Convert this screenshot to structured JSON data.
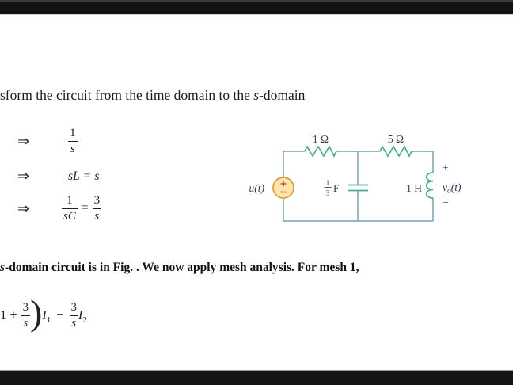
{
  "title": {
    "prefix": "sform the circuit from the time domain to the ",
    "italic_s": "s",
    "suffix": "-domain"
  },
  "derivations": {
    "arrow": "⇒",
    "row1": {
      "num": "1",
      "den": "s"
    },
    "row2": {
      "lhs": "sL",
      "eq": "=",
      "rhs": "s"
    },
    "row3": {
      "f1_num": "1",
      "f1_den": "sC",
      "eq": "=",
      "f2_num": "3",
      "f2_den": "s"
    }
  },
  "circuit": {
    "resistor1_label": "1 Ω",
    "resistor2_label": "5 Ω",
    "capacitor": {
      "num": "1",
      "den": "3",
      "unit": "F"
    },
    "inductor_label": "1 H",
    "source_label": "u(t)",
    "output": {
      "plus": "+",
      "v": "v",
      "sub": "o",
      "t": "(t)",
      "minus": "−"
    },
    "colors": {
      "wire": "#7b9db4",
      "component": "#49aa8e",
      "label": "#2e3d4f",
      "source_fill": "#fce6ac",
      "source_border": "#e5953f",
      "source_symbol": "#d74e26"
    }
  },
  "body_text": {
    "italic_s": "s",
    "rest": "-domain circuit is in Fig. . We now apply mesh analysis. For mesh 1,"
  },
  "mesh_equation": {
    "prefix": "1 +",
    "f1": {
      "num": "3",
      "den": "s"
    },
    "paren": ")",
    "i1": {
      "base": "I",
      "sub": "1"
    },
    "minus": "−",
    "f2": {
      "num": "3",
      "den": "s"
    },
    "i2": {
      "base": "I",
      "sub": "2"
    }
  }
}
